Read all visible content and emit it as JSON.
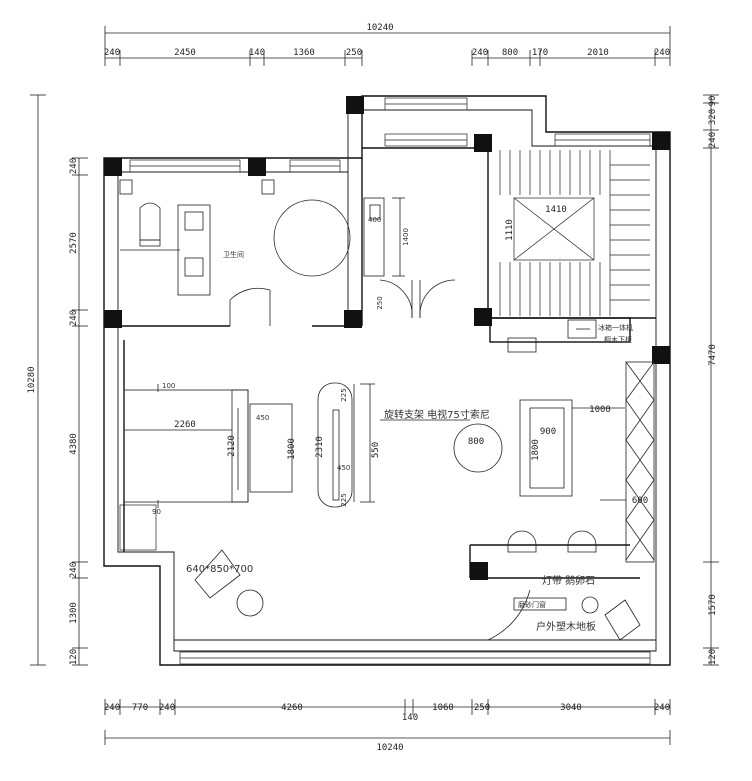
{
  "dimensions": {
    "top_total": "10240",
    "top_segments": [
      "240",
      "2450",
      "140",
      "1360",
      "250",
      "240",
      "800",
      "170",
      "2010",
      "240"
    ],
    "bottom_total": "10240",
    "bottom_segments": [
      "240",
      "770",
      "240",
      "4260",
      "140",
      "1060",
      "250",
      "3040",
      "240"
    ],
    "left_total": "10280",
    "left_segments": [
      "240",
      "2570",
      "240",
      "4380",
      "240",
      "1300",
      "120"
    ],
    "right_segments": [
      "90",
      "320",
      "240",
      "7470",
      "1570",
      "120"
    ]
  },
  "annotations": {
    "bathroom": "卫生间",
    "dim_400": "400",
    "dim_1400": "1400",
    "dim_250": "250",
    "stair_1410": "1410",
    "stair_1110": "1110",
    "cabinet_note_1": "冰箱一体机",
    "cabinet_note_2": "橱木下柜",
    "tv_stand": "旋转支架  电视75寸索尼",
    "bed_2260": "2260",
    "bed_2120": "2120",
    "bed_100": "100",
    "bed_90": "90",
    "nightstand_450": "450",
    "bench_1800": "1800",
    "tv_2310": "2310",
    "tv_550": "550",
    "tv_450": "450",
    "tv_225a": "225",
    "tv_225b": "225",
    "table_800": "800",
    "sofa_1000": "1000",
    "sofa_900": "900",
    "sofa_1800": "1800",
    "cab_600": "600",
    "chair_size": "640*850*700",
    "light_strip": "灯带  鹅卵石",
    "window_tag": "磨砂门窗",
    "outdoor_floor": "户外塑木地板"
  }
}
